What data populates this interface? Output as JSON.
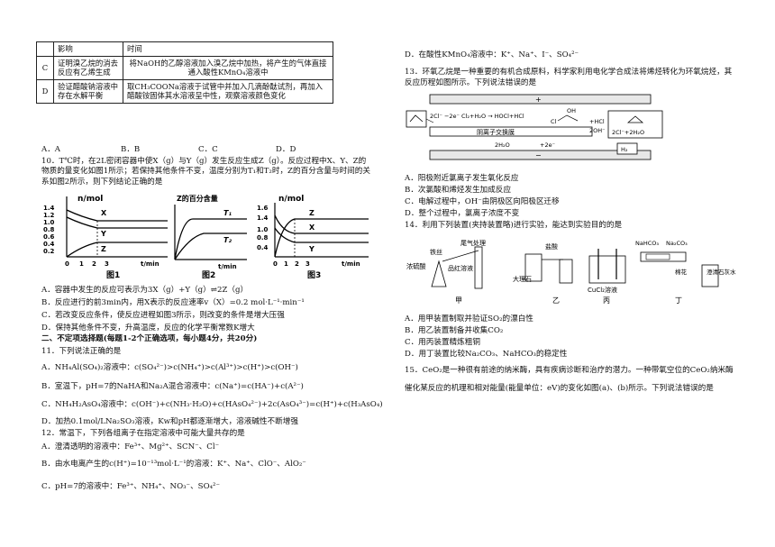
{
  "table": {
    "header": [
      "",
      "影响",
      "时间"
    ],
    "rows": [
      {
        "key": "C",
        "col1": "证明溴乙烷的消去反应有乙烯生成",
        "col2": "将NaOH的乙醇溶液加入溴乙烷中加热，将产生的气体直接通入酸性KMnO₄溶液中"
      },
      {
        "key": "D",
        "col1": "验证醋酸钠溶液中存在水解平衡",
        "col2": "取CH₃COONa溶液于试管中并加入几滴酚酞试剂，再加入醋酸铵固体其水溶液呈中性，观察溶液颜色变化"
      }
    ]
  },
  "q9_options": [
    "A．A",
    "B．B",
    "C．C",
    "D．D"
  ],
  "q10": {
    "stem": "10．T℃时，在2L密闭容器中使X（g）与Y（g）发生反应生成Z（g）。反应过程中X、Y、Z的物质的量变化如图1所示；若保持其他条件不变，温度分别为T₁和T₂时，Z的百分含量与时间的关系如图2所示，则下列结论正确的是",
    "fig1": {
      "ylabel": "n/mol",
      "ticks_y": [
        "1.4",
        "1.2",
        "1.0",
        "0.8",
        "0.6",
        "0.4",
        "0.2"
      ],
      "ticks_x": [
        "0",
        "1",
        "2",
        "3"
      ],
      "xlabel": "t/min",
      "labels": [
        "X",
        "Y",
        "Z"
      ],
      "caption": "图1"
    },
    "fig2": {
      "title": "Z的百分含量",
      "xlabel": "t/min",
      "labels": [
        "T₁",
        "T₂"
      ],
      "caption": "图2"
    },
    "fig3": {
      "ylabel": "n/mol",
      "ticks_y": [
        "1.6",
        "1.4",
        "1.0",
        "0.8",
        "0.4"
      ],
      "ticks_x": [
        "0",
        "1",
        "2",
        "3"
      ],
      "xlabel": "t/min",
      "labels": [
        "Z",
        "X",
        "Y"
      ],
      "caption": "图3"
    },
    "options": [
      "A．容器中发生的反应可表示为3X（g）+Y（g）⇌2Z（g）",
      "B．反应进行的前3min内，用X表示的反应速率v（X）=0.2 mol·L⁻¹·min⁻¹",
      "C．若改变反应条件，使反应进程如图3所示，则改变的条件是增大压强",
      "D．保持其他条件不变，升高温度，反应的化学平衡常数K增大"
    ]
  },
  "section2": "二、不定项选择题(每题1-2个正确选项，每小题4分，共20分)",
  "q11": {
    "stem": "11．下列说法正确的是",
    "options": [
      "A．NH₄Al(SO₄)₂溶液中：c(SO₄²⁻)>c(NH₄⁺)>c(Al³⁺)>c(H⁺)>c(OH⁻)",
      "B．室温下，pH=7的NaHA和Na₂A混合溶液中：c(Na⁺)=c(HA⁻)+c(A²⁻)",
      "C．NH₄H₂AsO₄溶液中：c(OH⁻)+c(NH₃·H₂O)+c(HAsO₄²⁻)+2c(AsO₄³⁻)=c(H⁺)+c(H₃AsO₄)",
      "D．加热0.1mol/LNa₂SO₃溶液，Kw和pH都逐渐增大，溶液碱性不断增强"
    ]
  },
  "q12": {
    "stem": "12．常温下，下列各组离子在指定溶液中可能大量共存的是",
    "options": [
      "A．澄清透明的溶液中：Fe³⁺、Mg²⁺、SCN⁻、Cl⁻",
      "B．由水电离产生的c(H⁺)=10⁻¹³mol·L⁻¹的溶液：K⁺、Na⁺、ClO⁻、AlO₂⁻",
      "C．pH=7的溶液中：Fe³⁺、NH₄⁺、NO₃⁻、SO₄²⁻"
    ]
  },
  "q12_d": "D．在酸性KMnO₄溶液中：K⁺、Na⁺、I⁻、SO₄²⁻",
  "q13": {
    "stem": "13．环氧乙烷是一种重要的有机合成原料，科学家利用电化学合成法将烯烃转化为环氧烷烃，其反应历程如图所示。下列说法错误的是",
    "diagram": {
      "plus": "+",
      "minus": "−",
      "top_eq": "2Cl⁻ −2e⁻ Cl₂+H₂O → HOCl+HCl",
      "oh": "OH",
      "cl": "Cl",
      "hcl": "+HCl",
      "oh2": "2OH⁻",
      "product": "2Cl⁻+2H₂O",
      "membrane": "阴离子交换膜",
      "h2o": "2H₂O",
      "e2": "+2e⁻",
      "h2": "H₂"
    },
    "options": [
      "A．阳极附近氯离子发生氧化反应",
      "B．次氯酸和烯烃发生加成反应",
      "C．电解过程中，OH⁻由阴极区向阳极区迁移",
      "D．整个过程中，氯离子浓度不变"
    ]
  },
  "q14": {
    "stem": "14．利用下列装置(夹持装置略)进行实验，能达到实验目的的是",
    "labels": {
      "a": "浓硫酸",
      "b": "铁丝",
      "c": "品红溶液",
      "d": "尾气处理",
      "e": "盐酸",
      "f": "大理石",
      "g": "CuCl₂溶液",
      "h": "NaHCO₃",
      "i": "Na₂CO₃",
      "j": "棉花",
      "k": "澄清石灰水"
    },
    "captions": [
      "甲",
      "乙",
      "丙",
      "丁"
    ],
    "options": [
      "A．用甲装置制取并验证SO₂的漂白性",
      "B．用乙装置制备并收集CO₂",
      "C．用丙装置精炼粗铜",
      "D．用丁装置比较Na₂CO₃、NaHCO₃的稳定性"
    ]
  },
  "q15": {
    "stem1": "15．CeO₂是一种很有前途的纳米酶，具有疾病诊断和治疗的潜力。一种带氧空位的CeO₂纳米酶",
    "stem2": "催化某反应的机理和相对能量(能量单位：eV)的变化如图(a)、(b)所示。下列说法错误的是"
  }
}
